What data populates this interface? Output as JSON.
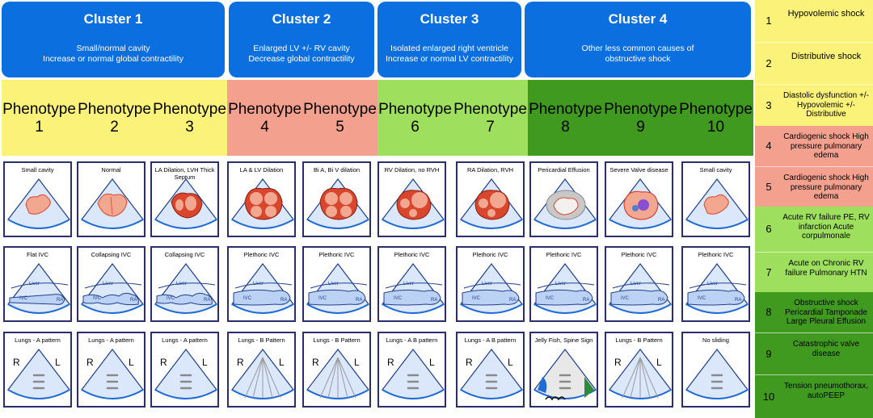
{
  "clusters": [
    {
      "title": "Cluster 1",
      "desc1": "Small/normal cavity",
      "desc2": "Increase or normal global contractility"
    },
    {
      "title": "Cluster 2",
      "desc1": "Enlarged LV +/- RV cavity",
      "desc2": "Decrease global contractility"
    },
    {
      "title": "Cluster 3",
      "desc1": "Isolated enlarged right ventricle",
      "desc2": "Increase or normal LV contractility"
    },
    {
      "title": "Cluster 4",
      "desc1": "Other less common causes of",
      "desc2": "obstructive shock"
    }
  ],
  "phenotype_word": "Phenotype",
  "phenotypes": [
    "1",
    "2",
    "3",
    "4",
    "5",
    "6",
    "7",
    "8",
    "9",
    "10"
  ],
  "phenotype_colors": [
    "#fbf27a",
    "#fbf27a",
    "#fbf27a",
    "#f4a08e",
    "#f4a08e",
    "#9ee05e",
    "#9ee05e",
    "#3f9a1f",
    "#3f9a1f",
    "#3f9a1f"
  ],
  "heart_labels": [
    "Small cavity",
    "Normal",
    "LA Dilation, LVH Thick Septum",
    "LA & LV Dilation",
    "Bi A, Bi V dilation",
    "RV Dilation, no RVH",
    "RA Dilation, RVH",
    "Pericardial Effusion",
    "Severe Valve disease",
    "Small cavity"
  ],
  "ivc_labels": [
    "Flat IVC",
    "Collapsing IVC",
    "Collapsing IVC",
    "Plethoric IVC",
    "Plethoric IVC",
    "Plethoric IVC",
    "Plethoric IVC",
    "Plethoric IVC",
    "Plethoric IVC",
    "Plethoric IVC"
  ],
  "ivc_texts": {
    "liver": "Liver",
    "ivc": "IVC",
    "ra": "RA"
  },
  "lung_labels": [
    "Lungs - A pattern",
    "Lungs - A pattern",
    "Lungs - A pattern",
    "Lungs - B Pattern",
    "Lungs - B Pattern",
    "Lungs - A B pattern",
    "Lungs - A B pattern",
    "Jelly Fish, Spine Sign",
    "Lungs - B Pattern",
    "No sliding"
  ],
  "lung_letters": {
    "r": "R",
    "l": "L"
  },
  "legend": [
    {
      "num": "1",
      "text": "Hypovolemic shock",
      "color": "#fbf27a"
    },
    {
      "num": "2",
      "text": "Distributive shock",
      "color": "#fbf27a"
    },
    {
      "num": "3",
      "text": "Diastolic dysfunction +/- Hypovolemic +/- Distributive",
      "color": "#fbf27a"
    },
    {
      "num": "4",
      "text": "Cardiogenic shock High pressure pulmonary edema",
      "color": "#f4a08e"
    },
    {
      "num": "5",
      "text": "Cardiogenic shock High pressure pulmonary edema",
      "color": "#f4a08e"
    },
    {
      "num": "6",
      "text": "Acute RV failure PE, RV infarction Acute corpulmonale",
      "color": "#9ee05e"
    },
    {
      "num": "7",
      "text": "Acute on Chronic RV failure Pulmonary HTN",
      "color": "#9ee05e"
    },
    {
      "num": "8",
      "text": "Obstructive shock Pericardial Tamponade Large Pleural Effusion",
      "color": "#3f9a1f"
    },
    {
      "num": "9",
      "text": "Catastrophic valve disease",
      "color": "#3f9a1f"
    },
    {
      "num": "10",
      "text": "Tension pneumothorax, autoPEEP",
      "color": "#3f9a1f"
    }
  ]
}
